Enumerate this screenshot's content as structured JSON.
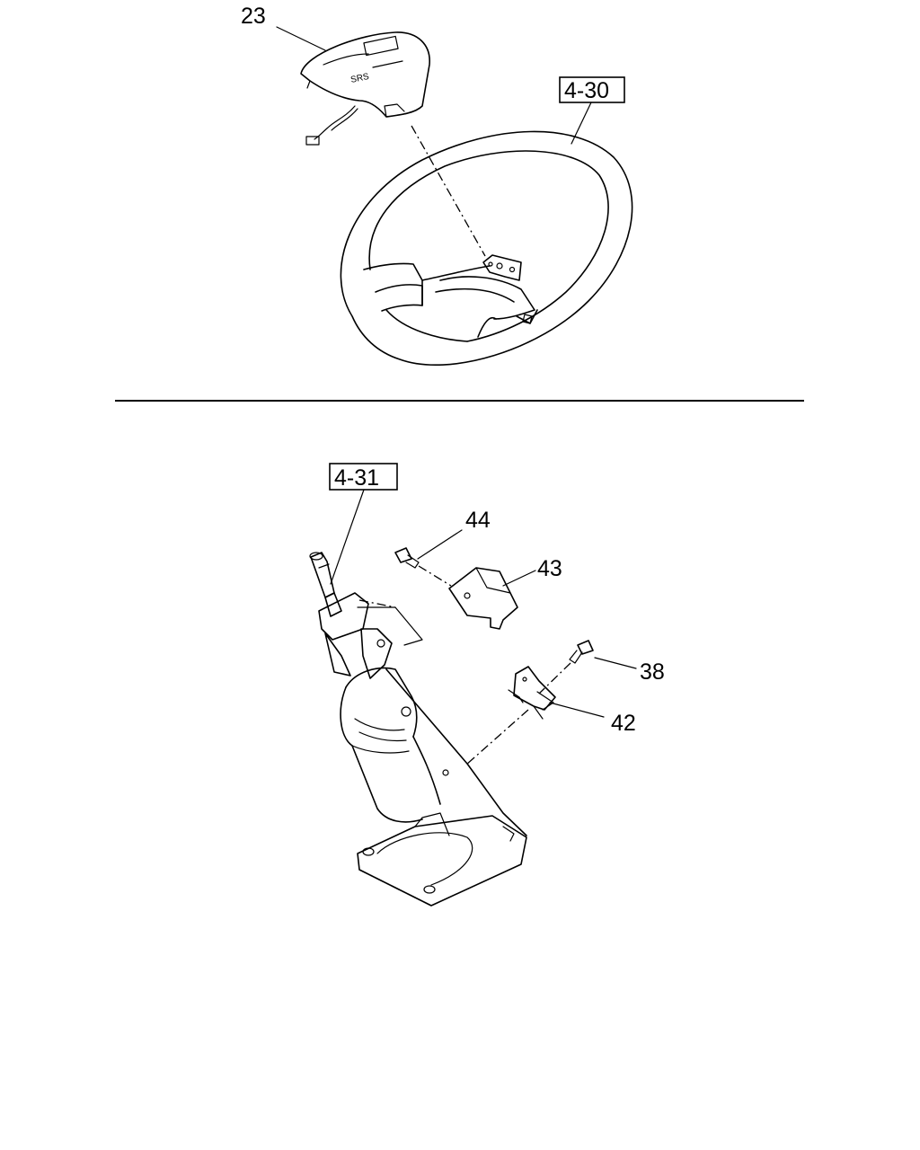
{
  "callouts": {
    "c23": "23",
    "c44": "44",
    "c43": "43",
    "c38": "38",
    "c42": "42"
  },
  "references": {
    "ref_430": "4-30",
    "ref_431": "4-31"
  },
  "airbag_marking": "SRS"
}
